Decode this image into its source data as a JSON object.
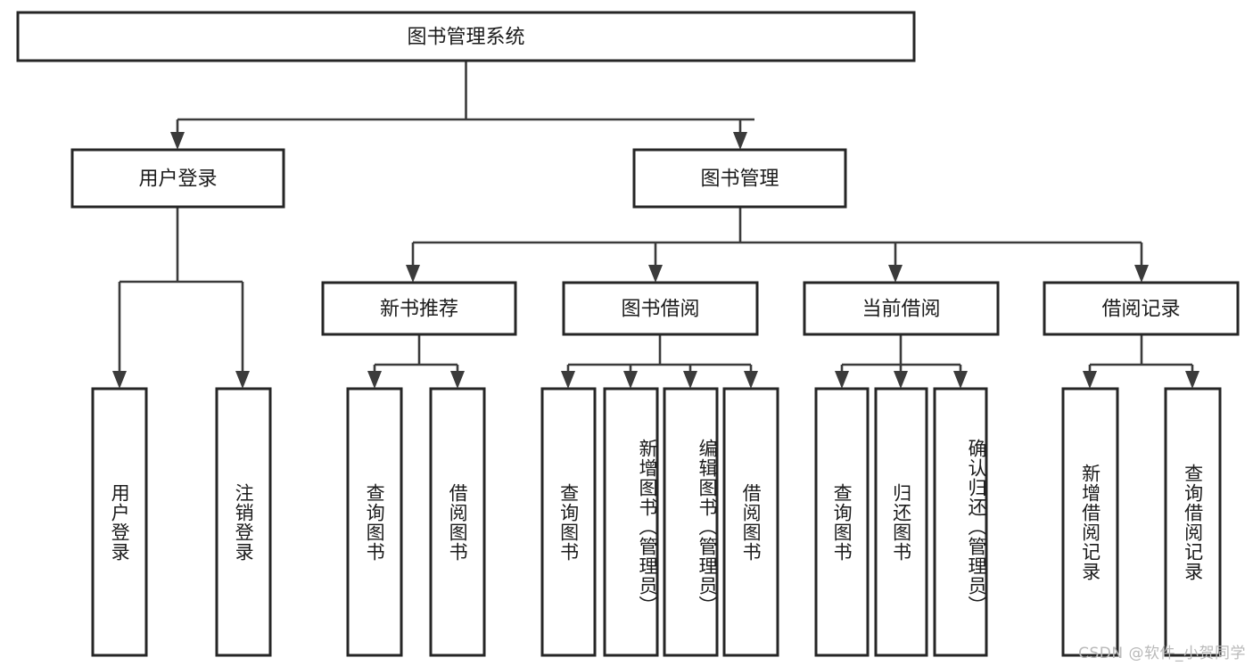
{
  "diagram": {
    "type": "tree-hierarchy",
    "orientation": "top-down",
    "root": {
      "id": "root",
      "label": "图书管理系统"
    },
    "level2": [
      {
        "id": "user-login",
        "label": "用户登录"
      },
      {
        "id": "book-manage",
        "label": "图书管理"
      }
    ],
    "level3": [
      {
        "id": "new-book-recommend",
        "label": "新书推荐",
        "parent": "book-manage"
      },
      {
        "id": "book-borrow",
        "label": "图书借阅",
        "parent": "book-manage"
      },
      {
        "id": "current-borrow",
        "label": "当前借阅",
        "parent": "book-manage"
      },
      {
        "id": "borrow-record",
        "label": "借阅记录",
        "parent": "book-manage"
      }
    ],
    "leaves": {
      "user-login": [
        {
          "id": "leaf-user-login",
          "label": "用户登录"
        },
        {
          "id": "leaf-logout-login",
          "label": "注销登录"
        }
      ],
      "new-book-recommend": [
        {
          "id": "leaf-query-book-1",
          "label": "查询图书"
        },
        {
          "id": "leaf-borrow-book-1",
          "label": "借阅图书"
        }
      ],
      "book-borrow": [
        {
          "id": "leaf-query-book-2",
          "label": "查询图书"
        },
        {
          "id": "leaf-add-book",
          "label": "新增图书（管理员）"
        },
        {
          "id": "leaf-edit-book",
          "label": "编辑图书（管理员）"
        },
        {
          "id": "leaf-borrow-book-2",
          "label": "借阅图书"
        }
      ],
      "current-borrow": [
        {
          "id": "leaf-query-book-3",
          "label": "查询图书"
        },
        {
          "id": "leaf-return-book",
          "label": "归还图书"
        },
        {
          "id": "leaf-confirm-return",
          "label": "确认归还（管理员）"
        }
      ],
      "borrow-record": [
        {
          "id": "leaf-add-record",
          "label": "新增借阅记录"
        },
        {
          "id": "leaf-query-record",
          "label": "查询借阅记录"
        }
      ]
    }
  },
  "watermark": {
    "text": "CSDN @软件_小贺同学"
  },
  "colors": {
    "box_border": "#262626",
    "box_fill": "#ffffff",
    "edge": "#3b3b3b",
    "text": "#1b1b1b",
    "watermark": "#b9b9b9",
    "background": "#ffffff"
  }
}
